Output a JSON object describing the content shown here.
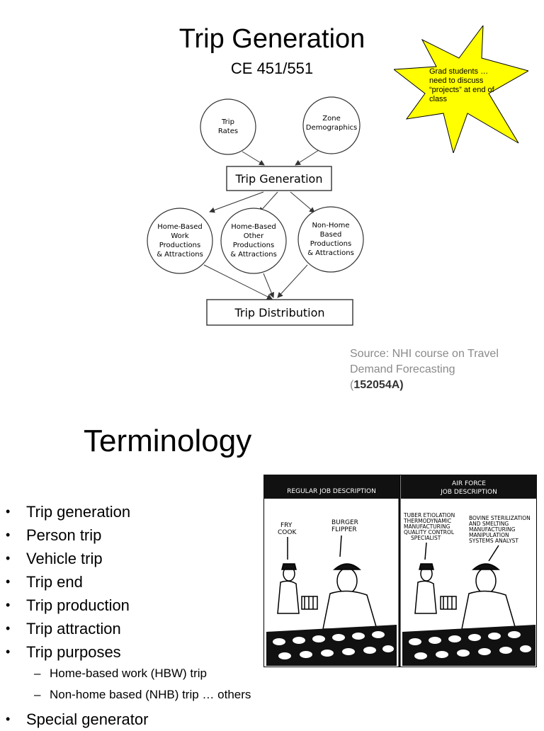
{
  "slide1": {
    "title": "Trip Generation",
    "subtitle": "CE 451/551",
    "callout": "Grad students … need to discuss “projects” at end of class",
    "diagram": {
      "top_left_circle": [
        "Trip",
        "Rates"
      ],
      "top_right_circle": [
        "Zone",
        "Demographics"
      ],
      "center_box": "Trip Generation",
      "left_circle": [
        "Home-Based",
        "Work",
        "Productions",
        "& Attractions"
      ],
      "middle_circle": [
        "Home-Based",
        "Other",
        "Productions",
        "& Attractions"
      ],
      "right_circle": [
        "Non-Home",
        "Based",
        "Productions",
        "& Attractions"
      ],
      "bottom_box": "Trip Distribution"
    },
    "source_line1": "Source: NHI course on Travel",
    "source_line2": "Demand Forecasting",
    "source_open": "(",
    "source_code": "152054A)"
  },
  "slide2": {
    "title": "Terminology",
    "bullets": [
      "Trip generation",
      "Person trip",
      "Vehicle trip",
      "Trip end",
      "Trip production",
      "Trip attraction",
      "Trip purposes"
    ],
    "sub_bullets": [
      "Home-based work (HBW) trip",
      "Non-home based (NHB) trip … others"
    ],
    "last_bullet": "Special generator",
    "cartoon": {
      "left_header": "REGULAR JOB DESCRIPTION",
      "right_header_1": "AIR FORCE",
      "right_header_2": "JOB DESCRIPTION",
      "left_labels": [
        [
          "FRY",
          "COOK"
        ],
        [
          "BURGER",
          "FLIPPER"
        ]
      ],
      "right_labels": [
        [
          "TUBER ETIOLATION",
          "THERMODYNAMIC",
          "MANUFACTURING",
          "QUALITY CONTROL",
          "SPECIALIST"
        ],
        [
          "BOVINE STERILIZATION",
          "AND SMELTING",
          "MANUFACTURING",
          "MANIPULATION",
          "SYSTEMS ANALYST"
        ]
      ]
    }
  }
}
